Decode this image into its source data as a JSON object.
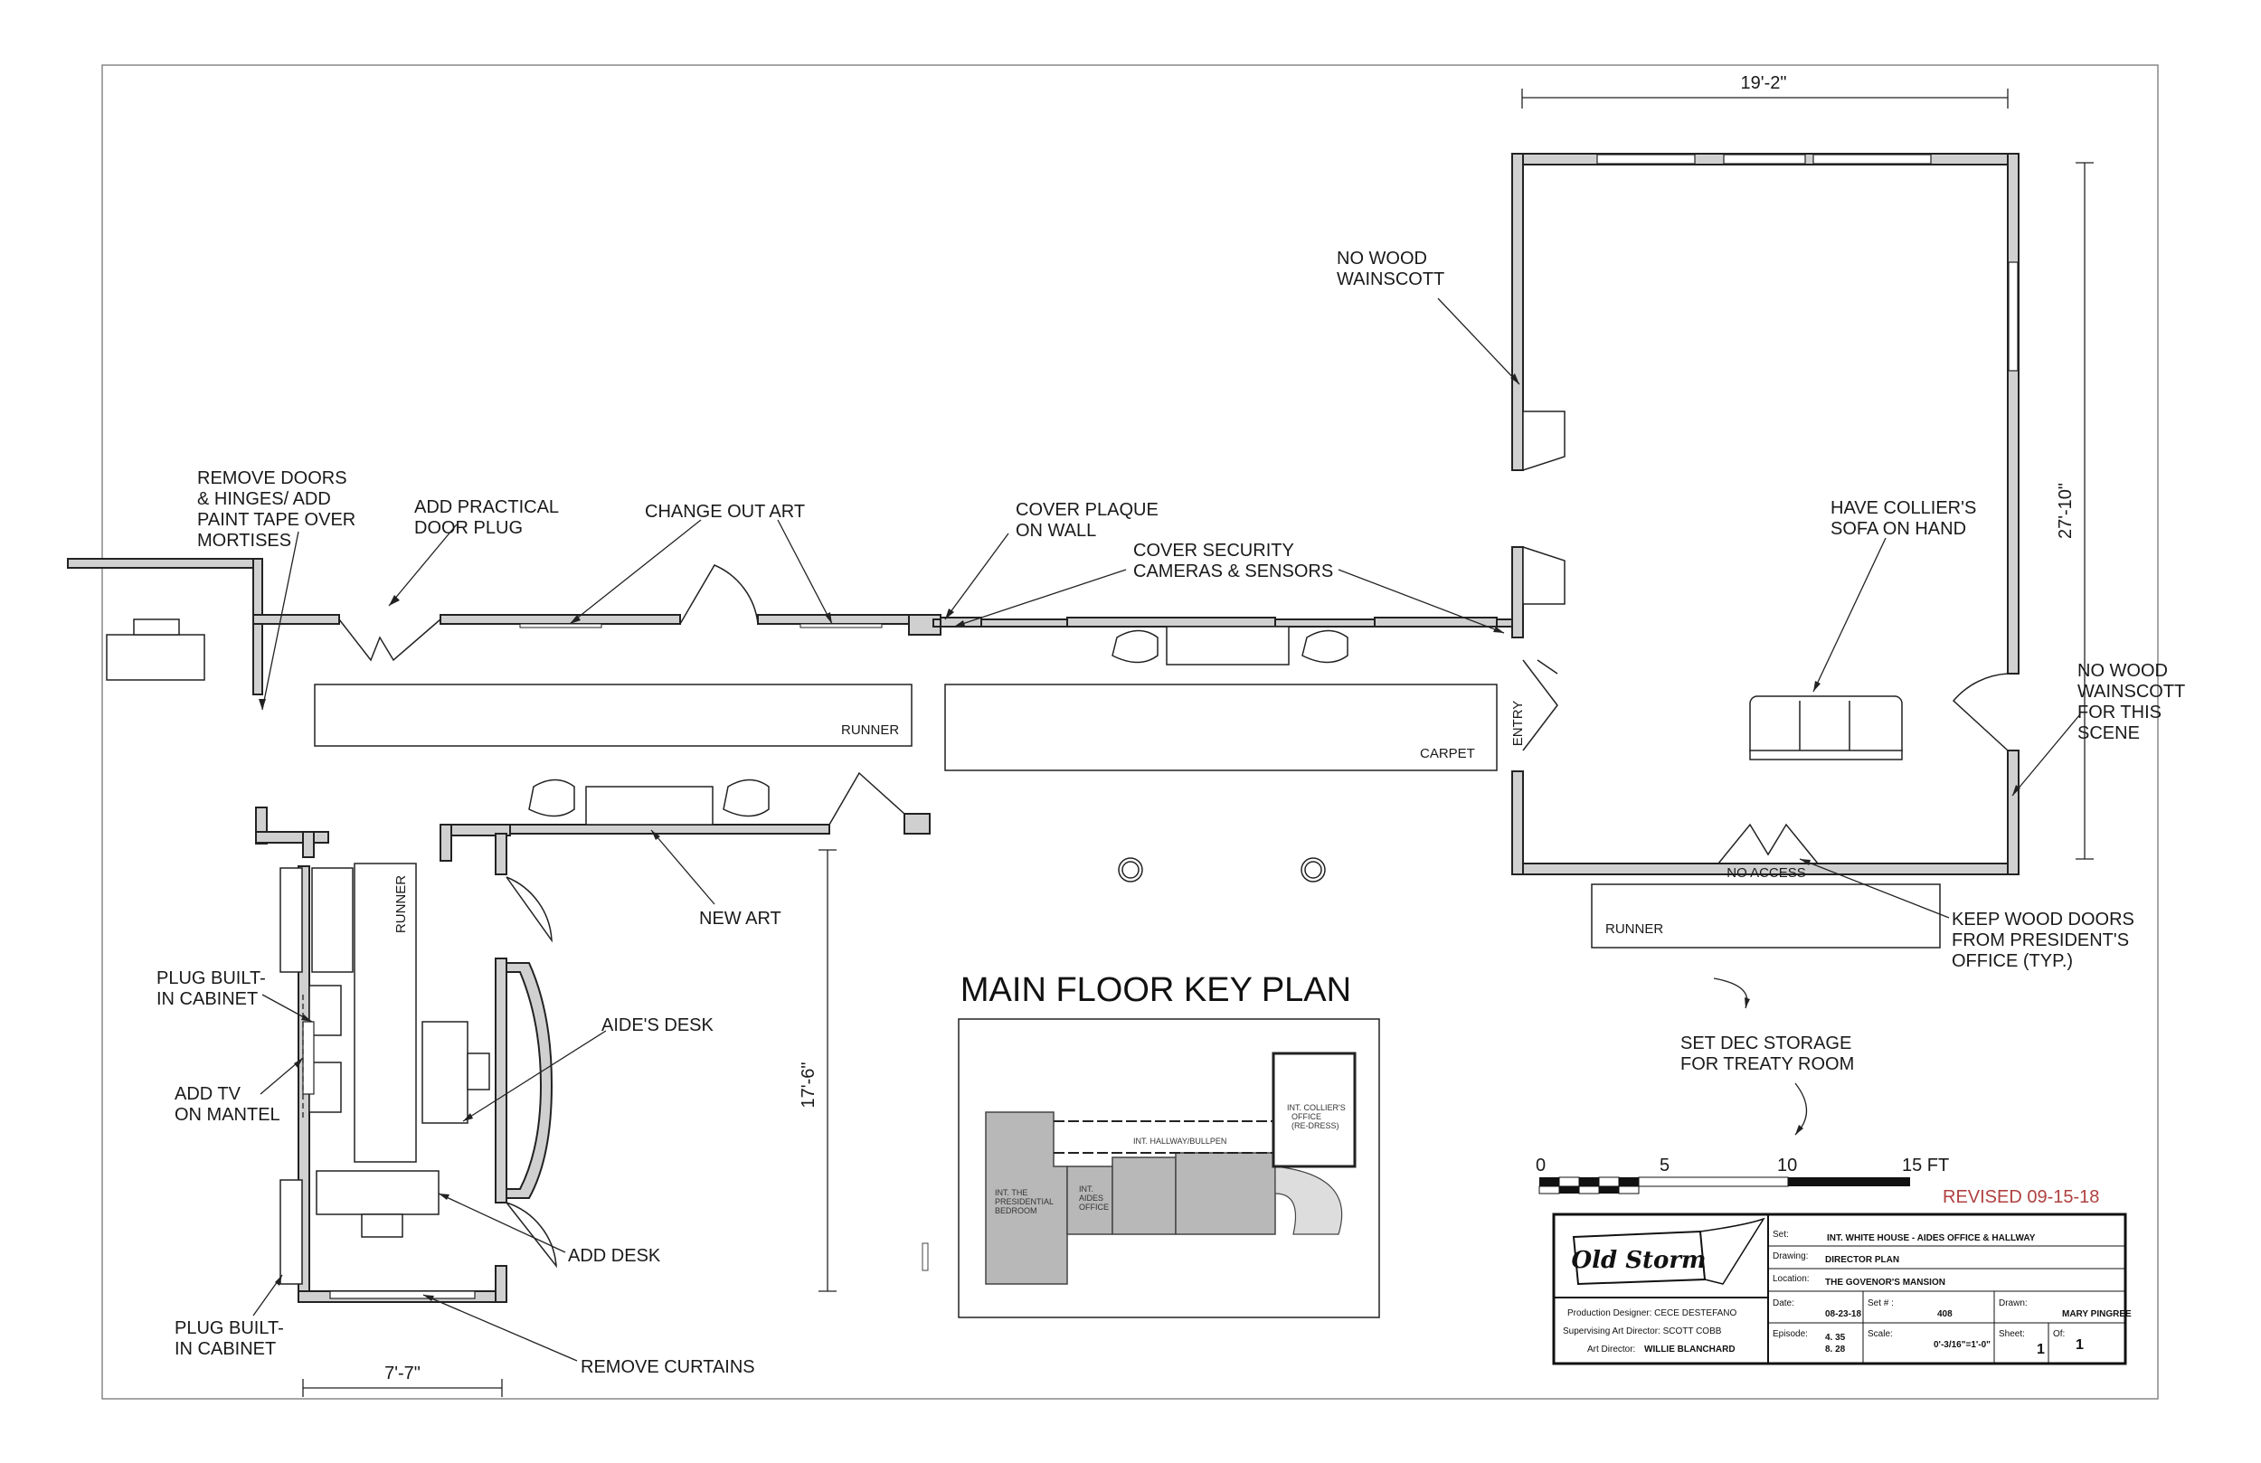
{
  "notes": {
    "remove_doors": [
      "REMOVE DOORS",
      "& HINGES/ ADD",
      "PAINT TAPE OVER",
      "MORTISES"
    ],
    "add_door_plug": [
      "ADD PRACTICAL",
      "DOOR PLUG"
    ],
    "change_art": [
      "CHANGE OUT ART"
    ],
    "cover_plaque": [
      "COVER PLAQUE",
      "ON WALL"
    ],
    "cover_security": [
      "COVER SECURITY",
      "CAMERAS & SENSORS"
    ],
    "no_wood_1": [
      "NO WOOD",
      "WAINSCOTT"
    ],
    "have_sofa": [
      "HAVE COLLIER'S",
      "SOFA ON HAND"
    ],
    "no_wood_2": [
      "NO WOOD",
      "WAINSCOTT",
      "FOR THIS",
      "SCENE"
    ],
    "keep_doors": [
      "KEEP WOOD DOORS",
      "FROM PRESIDENT'S",
      "OFFICE (TYP.)"
    ],
    "set_dec": [
      "SET DEC STORAGE",
      "FOR TREATY ROOM"
    ],
    "new_art": [
      "NEW ART"
    ],
    "aides_desk": [
      "AIDE'S DESK"
    ],
    "add_desk": [
      "ADD DESK"
    ],
    "remove_curtains": [
      "REMOVE CURTAINS"
    ],
    "plug_builtin_1": [
      "PLUG BUILT-",
      "IN CABINET"
    ],
    "plug_builtin_2": [
      "PLUG BUILT-",
      "IN CABINET"
    ],
    "add_tv": [
      "ADD TV",
      "ON MANTEL"
    ]
  },
  "labels": {
    "runner_1": "RUNNER",
    "carpet": "CARPET",
    "runner_2": "RUNNER",
    "runner_vertical": "RUNNER",
    "entry": "ENTRY",
    "no_access": "NO ACCESS"
  },
  "dimensions": {
    "top_width": "19'-2\"",
    "right_height": "27'-10\"",
    "left_height": "17'-6\"",
    "bottom_width": "7'-7\""
  },
  "scale_bar": {
    "ticks": [
      "0",
      "5",
      "10",
      "15 FT"
    ]
  },
  "revised": "REVISED 09-15-18",
  "key_plan": {
    "title": "MAIN FLOOR KEY PLAN",
    "rooms": {
      "bedroom": [
        "INT. THE",
        "PRESIDENTIAL",
        "BEDROOM"
      ],
      "hallway": [
        "INT. HALLWAY/BULLPEN"
      ],
      "aides": [
        "INT.",
        "AIDES",
        "OFFICE"
      ],
      "colliers": [
        "INT. COLLIER'S",
        "OFFICE",
        "(RE-DRESS)"
      ]
    }
  },
  "title_block": {
    "logo": "Old Storm",
    "set_label": "Set:",
    "set_value": "INT. WHITE HOUSE - AIDES OFFICE & HALLWAY",
    "drawing_label": "Drawing:",
    "drawing_value": "DIRECTOR PLAN",
    "location_label": "Location:",
    "location_value": "THE GOVENOR'S MANSION",
    "production_designer": "Production Designer: CECE DESTEFANO",
    "supervising_art_director": "Supervising Art Director: SCOTT COBB",
    "art_director_label": "Art Director:",
    "art_director_value": "WILLIE BLANCHARD",
    "date_label": "Date:",
    "date_value": "08-23-18",
    "set_num_label": "Set # :",
    "set_num_value": "408",
    "drawn_label": "Drawn:",
    "drawn_value": "MARY PINGREE",
    "episode_label": "Episode:",
    "episode_values": [
      "4. 35",
      "8. 28"
    ],
    "scale_label": "Scale:",
    "scale_value": "0'-3/16\"=1'-0\"",
    "sheet_label": "Sheet:",
    "sheet_value": "1",
    "of_label": "Of:",
    "of_value": "1"
  }
}
